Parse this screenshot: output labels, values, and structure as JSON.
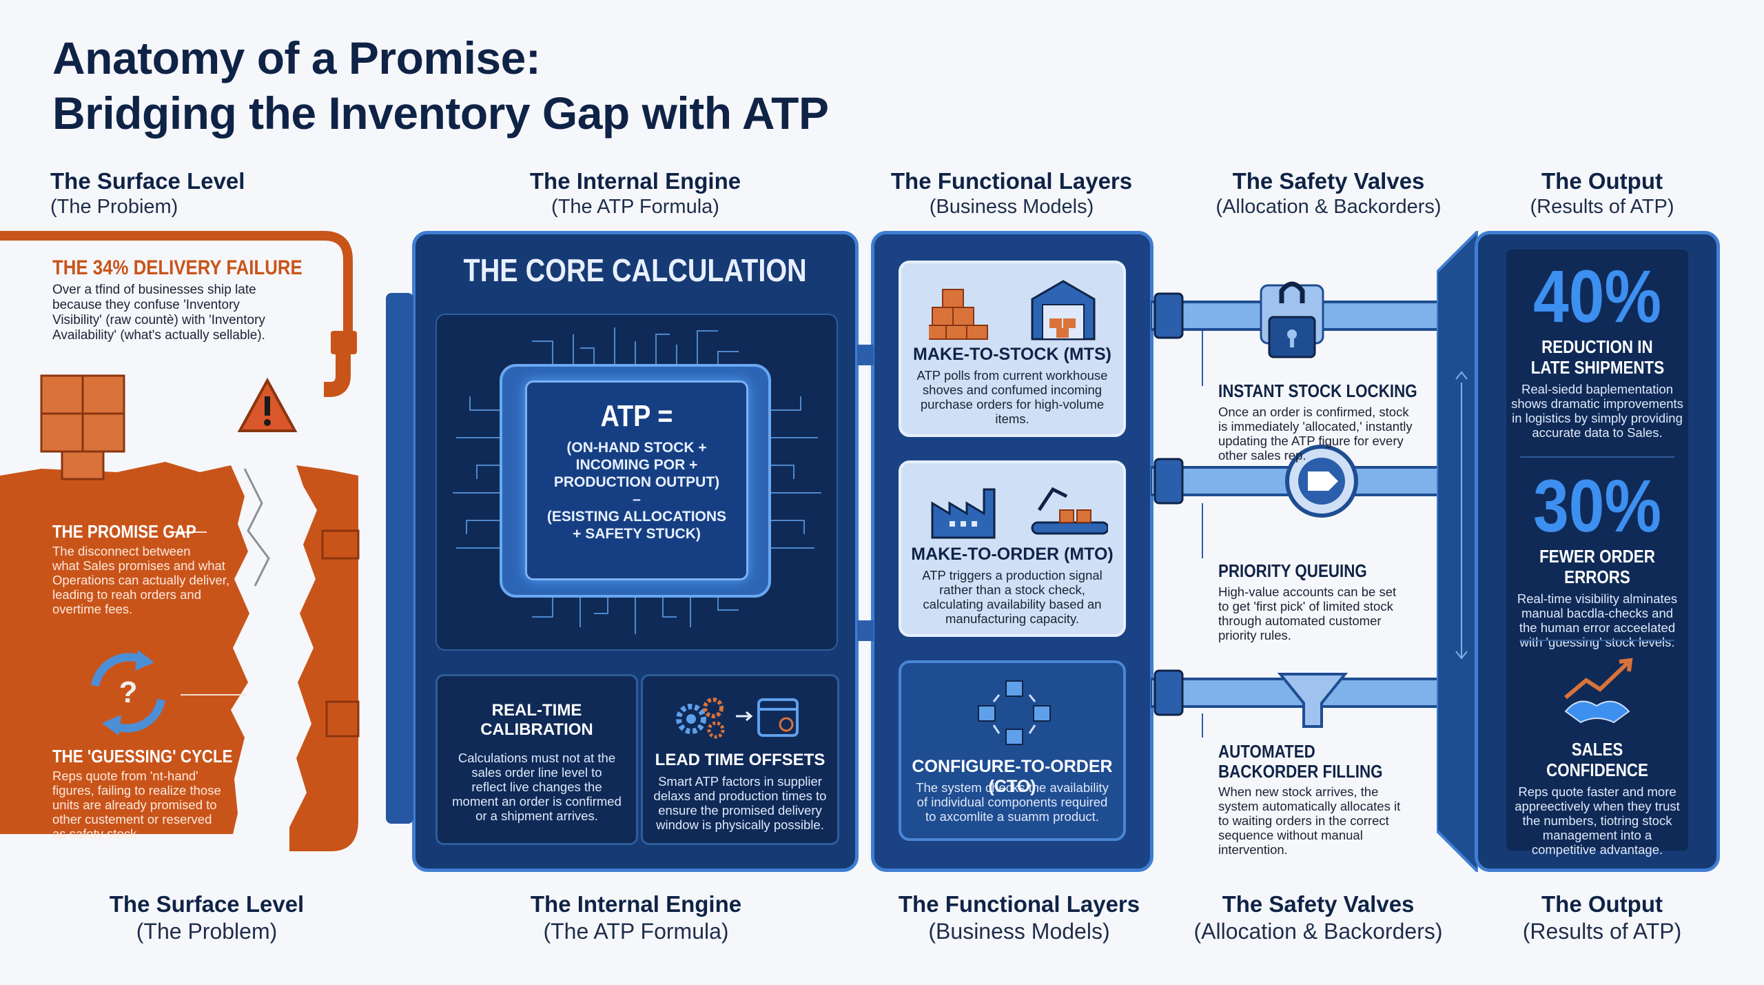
{
  "title_line1": "Anatomy of a Promise:",
  "title_line2": "Bridging the Inventory Gap with ATP",
  "columns": [
    {
      "heading": "The Surface Level",
      "sub": "(The Probiem)"
    },
    {
      "heading": "The Internal Engine",
      "sub": "(The ATP Formula)"
    },
    {
      "heading": "The Functional Layers",
      "sub": "(Business Models)"
    },
    {
      "heading": "The Safety Valves",
      "sub": "(Allocation & Backorders)"
    },
    {
      "heading": "The Output",
      "sub": "(Results of ATP)"
    }
  ],
  "footer": [
    {
      "heading": "The Surface Level",
      "sub": "(The Problem)"
    },
    {
      "heading": "The Internal Engine",
      "sub": "(The ATP Formula)"
    },
    {
      "heading": "The Functional Layers",
      "sub": "(Business Models)"
    },
    {
      "heading": "The Safety Valves",
      "sub": "(Allocation & Backorders)"
    },
    {
      "heading": "The Output",
      "sub": "(Results of ATP)"
    }
  ],
  "problem": {
    "failure_title": "THE 34% DELIVERY FAILURE",
    "failure_text": [
      "Over a tfind of businesses ship late",
      "because they confuse 'Inventory",
      "Visibility' (raw countè) with 'Inventory",
      "Availability' (what's actually sellable)."
    ],
    "gap_title": "THE PROMISE GAP",
    "gap_text": [
      "The disconnect between",
      "what Sales promises and what",
      "Operations can actually deliver,",
      "leading to reah orders and",
      "overtime fees."
    ],
    "cycle_title": "THE 'GUESSING' CYCLE",
    "cycle_text": [
      "Reps quote from 'nt-hand'",
      "figures, failing to realize those",
      "units are already promised to",
      "other custement or reserved",
      "as safety stock."
    ]
  },
  "engine": {
    "title": "THE CORE CALCULATION",
    "formula_head": "ATP =",
    "formula_lines": [
      "(ON-HAND STOCK +",
      "INCOMING POR +",
      "PRODUCTION OUTPUT)",
      "–",
      "(ESISTING ALLOCATIONS",
      "+ SAFETY STUCK)"
    ],
    "calib_title": [
      "REAL-TIME",
      "CALIBRATION"
    ],
    "calib_text": [
      "Calculations must not at the",
      "sales order line level to",
      "reflect live changes the",
      "moment an order is confirmed",
      "or a shipment arrives."
    ],
    "lead_title": "LEAD TIME OFFSETS",
    "lead_text": [
      "Smart ATP factors in supplier",
      "delaxs and production times to",
      "ensure the promised delivery",
      "window is physically possible."
    ]
  },
  "layers": {
    "mts_title": "MAKE-TO-STOCK (MTS)",
    "mts_text": [
      "ATP polls from current workhouse",
      "shoves and confumed incoming",
      "purchase orders for high-volume",
      "items."
    ],
    "mto_title": "MAKE-TO-ORDER (MTO)",
    "mto_text": [
      "ATP triggers a production signal",
      "rather than a stock check,",
      "calculating availability based an",
      "manufacturing capacity."
    ],
    "cto_title": "CONFIGURE-TO-ORDER (CTO)",
    "cto_text": [
      "The system checks the availability",
      "of individual components required",
      "to axcomlite a suamm product."
    ]
  },
  "valves": {
    "lock_title": "INSTANT STOCK LOCKING",
    "lock_text": [
      "Once an order is confirmed, stock",
      "is immediately 'allocated,' instantly",
      "updating the ATP figure for every",
      "other sales rep."
    ],
    "queue_title": "PRIORITY QUEUING",
    "queue_text": [
      "High-value accounts can be set",
      "to get 'first pick' of limited stock",
      "through automated customer",
      "priority rules."
    ],
    "back_title": [
      "AUTOMATED",
      "BACKORDER FILLING"
    ],
    "back_text": [
      "When new stock arrives, the",
      "system automatically allocates it",
      "to waiting orders in the correct",
      "sequence without manual",
      "intervention."
    ]
  },
  "output": {
    "stat1": "40%",
    "stat1_title": [
      "REDUCTION IN",
      "LATE SHIPMENTS"
    ],
    "stat1_text": [
      "Real-sіedd baplementation",
      "shows dramatic improvements",
      "in logistics by simply providing",
      "accurate data to Sales."
    ],
    "stat2": "30%",
    "stat2_title": "FEWER ORDER ERRORS",
    "stat2_text": [
      "Real-time visibility alminates",
      "manual bacdla-checks and",
      "the human error acceelated",
      "with 'guessing' stock levels."
    ],
    "conf_title": "SALES CONFIDENCE",
    "conf_text": [
      "Reps quote faster and more",
      "appreectively when they trust",
      "the numbers, tiotring stock",
      "management into a",
      "competitive advantage."
    ]
  },
  "colors": {
    "orange": "#c9541a",
    "navy": "#1b3f7d",
    "accent_blue": "#3d8ff0",
    "dark_navy": "#0f2347"
  }
}
